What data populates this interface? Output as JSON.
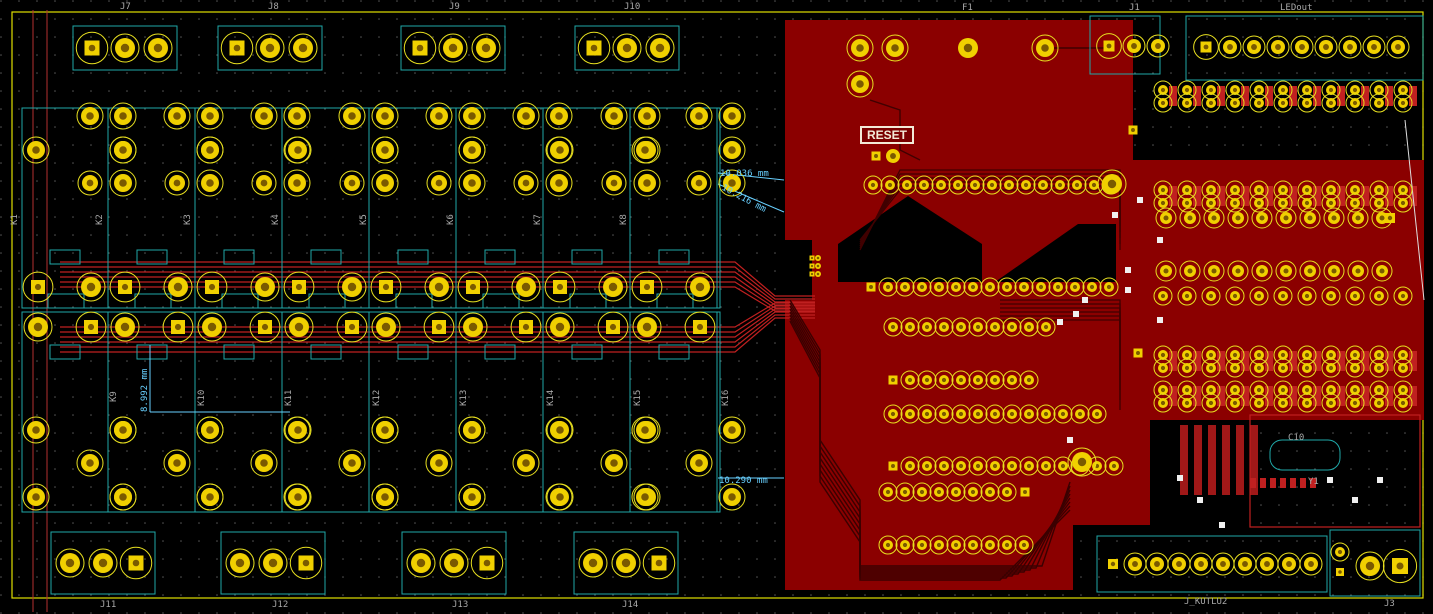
{
  "colors": {
    "background": "#000000",
    "copper_fill": "#8b0000",
    "pad": "#f0d000",
    "silkscreen_outline": "#1fa9a9",
    "pad_ring": "#e8e020",
    "text": "#a8a8a8",
    "dimension": "#68d0ff"
  },
  "connectors_top": [
    "J7",
    "J8",
    "J9",
    "J10"
  ],
  "connectors_bottom": [
    "J11",
    "J12",
    "J13",
    "J14"
  ],
  "relays_top": [
    "K1",
    "K2",
    "K3",
    "K4",
    "K5",
    "K6",
    "K7",
    "K8"
  ],
  "relays_bottom": [
    "K9",
    "K10",
    "K11",
    "K12",
    "K13",
    "K14",
    "K15",
    "K16"
  ],
  "other_labels": {
    "j1": "J1",
    "j3": "J3",
    "f1": "F1",
    "led_out": "LEDout",
    "j_kutlu2": "J_KUTLU2",
    "reset": "RESET",
    "y1": "Y1",
    "c10": "C10"
  },
  "dimensions": {
    "d1": "10.036 mm",
    "d2": "10.216 mm",
    "d3": "8.992 mm",
    "d4": "10.290 mm"
  }
}
